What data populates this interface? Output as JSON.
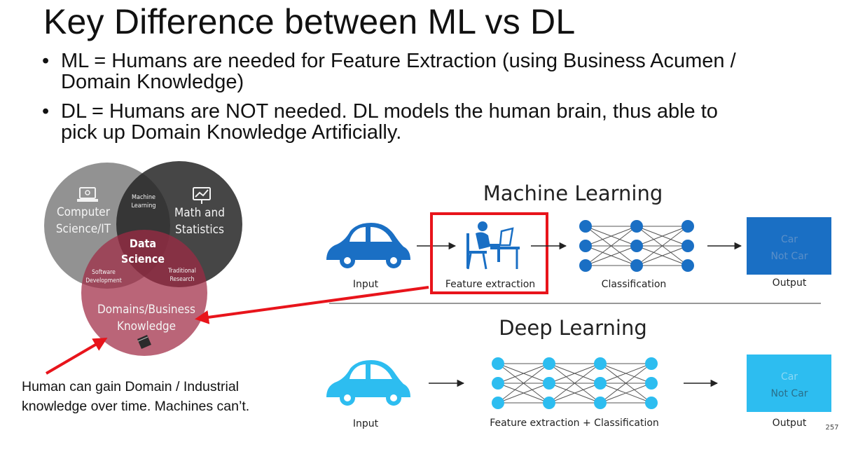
{
  "slide": {
    "title": "Key Difference between ML vs DL",
    "bullets": [
      "ML = Humans are needed for Feature Extraction (using Business Acumen /\nDomain Knowledge)",
      "DL = Humans are NOT needed. DL models the human brain, thus able to\npick up Domain Knowledge Artificially."
    ],
    "bullet_symbol": "•",
    "note": "Human can gain Domain / Industrial\nknowledge over time. Machines can’t.",
    "page_number": "257"
  },
  "venn": {
    "computer_science": [
      "Computer",
      "Science/IT"
    ],
    "math_statistics": [
      "Math and",
      "Statistics"
    ],
    "domains_business": [
      "Domains/Business",
      "Knowledge"
    ],
    "machine_learning": [
      "Machine",
      "Learning"
    ],
    "software_development": [
      "Software",
      "Development"
    ],
    "traditional_research": [
      "Traditional",
      "Research"
    ],
    "data_science": [
      "Data",
      "Science"
    ],
    "colors": {
      "computer_science": "#7d7d7d",
      "math_statistics": "#333333",
      "domains_business": "#a8394f"
    }
  },
  "ml_pipeline": {
    "title": "Machine Learning",
    "input_label": "Input",
    "feature_label": "Feature extraction",
    "classification_label": "Classification",
    "output_label": "Output",
    "output_options": [
      "Car",
      "Not Car"
    ],
    "accent": "#1a6fc4",
    "highlight": "#e8141b"
  },
  "dl_pipeline": {
    "title": "Deep Learning",
    "input_label": "Input",
    "combined_label": "Feature extraction + Classification",
    "output_label": "Output",
    "output_options": [
      "Car",
      "Not Car"
    ],
    "accent": "#2dbdf0"
  },
  "icons": [
    "computer-icon",
    "chart-presentation-icon",
    "book-icon",
    "car-icon",
    "person-at-desk-icon",
    "arrow-right-icon"
  ]
}
